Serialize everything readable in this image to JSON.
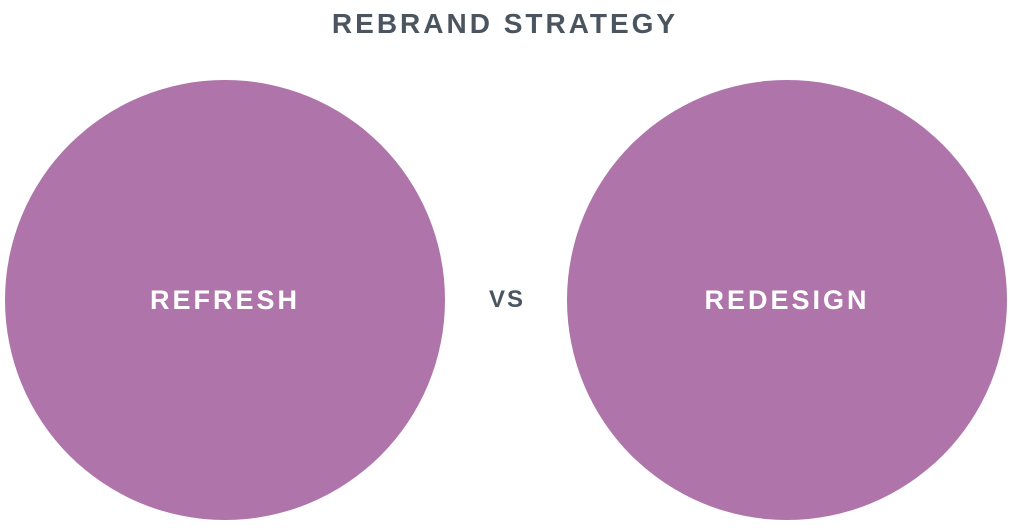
{
  "title": "REBRAND STRATEGY",
  "comparison": {
    "left": {
      "label": "REFRESH"
    },
    "separator": "VS",
    "right": {
      "label": "REDESIGN"
    }
  },
  "colors": {
    "background": "#ffffff",
    "circle": "#af74aa",
    "circle_text": "#ffffff",
    "title_text": "#4a5560"
  }
}
